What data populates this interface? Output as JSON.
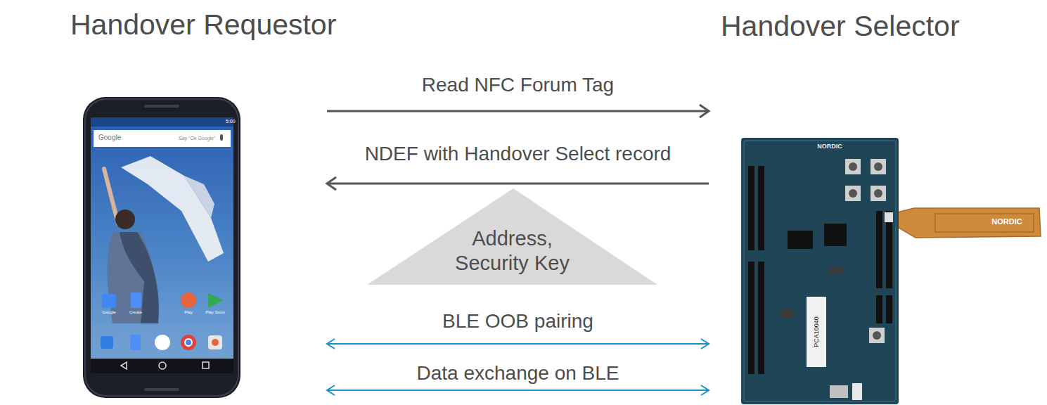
{
  "diagram": {
    "nodes": [
      {
        "text": [
          "Handover Requestor"
        ]
      },
      {
        "text": [
          "Handover Selector"
        ]
      },
      {
        "text": [
          "Address, Security Key"
        ]
      }
    ],
    "edges": [
      {
        "from": 0,
        "to": 1,
        "arrow": "to",
        "label": "Read NFC Forum Tag"
      },
      {
        "from": 1,
        "to": 0,
        "arrow": "to",
        "label": "NDEF with Handover Select record"
      },
      {
        "from": 0,
        "to": 1,
        "arrow": "both",
        "label": "BLE OOB pairing"
      },
      {
        "from": 0,
        "to": 1,
        "arrow": "both",
        "label": "Data exchange on BLE"
      }
    ],
    "labels": [
      "5:00",
      "Google",
      "Say \"Ok Google\"",
      "Google",
      "Create",
      "Play",
      "Play Store",
      "NORDIC",
      "NORDIC",
      "PCA10040"
    ]
  }
}
